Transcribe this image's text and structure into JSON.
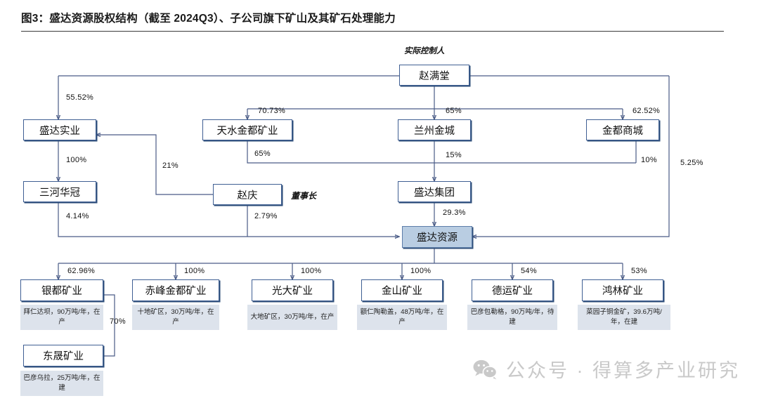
{
  "figure": {
    "title": "图3：盛达资源股权结构（截至 2024Q3）、子公司旗下矿山及其矿石处理能力"
  },
  "labels": {
    "actual_controller": "实际控制人",
    "chairman": "董事长"
  },
  "nodes": {
    "zhao_mantang": "赵满堂",
    "shengda_shiye": "盛达实业",
    "tianshui_jindu": "天水金都矿业",
    "lanzhou_jincheng": "兰州金城",
    "jindu_shangcheng": "金都商城",
    "sanhe_huaguan": "三河华冠",
    "zhao_qing": "赵庆",
    "shengda_jituan": "盛达集团",
    "shengda_ziyuan": "盛达资源"
  },
  "ownership": {
    "zhao_to_shiye": "55.52%",
    "zhao_to_tianshui": "70.73%",
    "zhao_to_lanzhou": "65%",
    "zhao_to_jindu": "62.52%",
    "zhao_to_ziyuan": "5.25%",
    "shiye_to_sanhe": "100%",
    "tianshui_to_jituan": "65%",
    "lanzhou_to_jituan": "15%",
    "jindu_to_jituan": "10%",
    "qing_to_shiye": "21%",
    "sanhe_to_ziyuan": "4.14%",
    "qing_to_ziyuan": "2.79%",
    "jituan_to_ziyuan": "29.3%"
  },
  "subsidiaries": [
    {
      "name": "银都矿业",
      "stake": "62.96%",
      "detail": "拜仁达坝，90万吨/年，在产"
    },
    {
      "name": "赤峰金都矿业",
      "stake": "100%",
      "detail": "十地矿区，30万吨/年，在产"
    },
    {
      "name": "光大矿业",
      "stake": "100%",
      "detail": "大地矿区，30万吨/年，在产"
    },
    {
      "name": "金山矿业",
      "stake": "100%",
      "detail": "额仁陶勒盖，48万吨/年，在产"
    },
    {
      "name": "德运矿业",
      "stake": "54%",
      "detail": "巴彦包勒格，90万吨/年，待建"
    },
    {
      "name": "鸿林矿业",
      "stake": "53%",
      "detail": "菜园子铜金矿，39.6万吨/年，在建"
    }
  ],
  "sub_subsidiary": {
    "name": "东晟矿业",
    "stake": "70%",
    "detail": "巴彦乌拉，25万吨/年，在建"
  },
  "watermark": {
    "icon": "wechat-icon",
    "text": "公众号 · 得算多产业研究"
  },
  "colors": {
    "line": "#4a5b86",
    "box_border": "#6b86b5",
    "highlight_fill": "#b9cde2",
    "chip_fill": "#dde3ec",
    "watermark": "#c9c9c9"
  }
}
